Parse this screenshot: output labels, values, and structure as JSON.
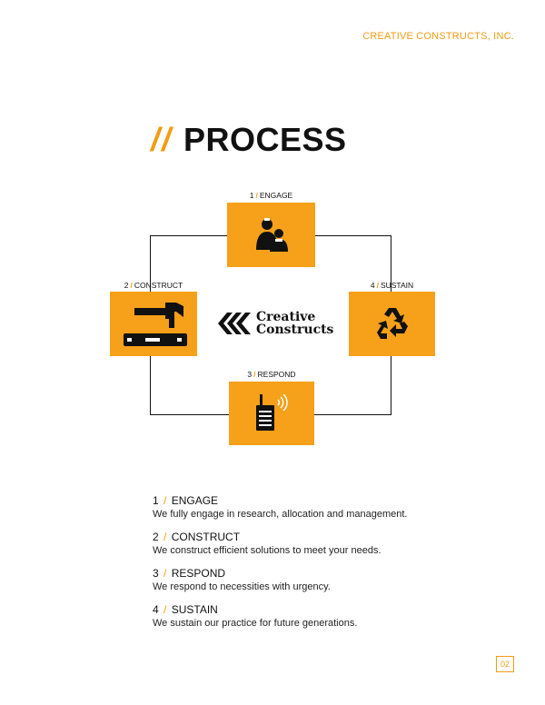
{
  "header": {
    "company": "CREATIVE CONSTRUCTS, INC."
  },
  "title": {
    "slashes": "//",
    "text": "PROCESS"
  },
  "steps": [
    {
      "num": "1",
      "sep": "/",
      "name": "ENGAGE",
      "icon": "people-icon"
    },
    {
      "num": "2",
      "sep": "/",
      "name": "CONSTRUCT",
      "icon": "hammer-level-icon"
    },
    {
      "num": "3",
      "sep": "/",
      "name": "RESPOND",
      "icon": "radio-icon"
    },
    {
      "num": "4",
      "sep": "/",
      "name": "SUSTAIN",
      "icon": "recycle-icon"
    }
  ],
  "logo": {
    "line1": "Creative",
    "line2": "Constructs"
  },
  "descriptions": [
    {
      "num": "1",
      "sep": "/",
      "name": "ENGAGE",
      "text": "We fully engage in research, allocation and management."
    },
    {
      "num": "2",
      "sep": "/",
      "name": "CONSTRUCT",
      "text": "We construct efficient solutions to meet your needs."
    },
    {
      "num": "3",
      "sep": "/",
      "name": "RESPOND",
      "text": "We respond to necessities with urgency."
    },
    {
      "num": "4",
      "sep": "/",
      "name": "SUSTAIN",
      "text": "We sustain our practice for future generations."
    }
  ],
  "page": {
    "number": "02"
  },
  "colors": {
    "accent": "#f39c12",
    "box": "#f7a019",
    "text": "#111111"
  }
}
